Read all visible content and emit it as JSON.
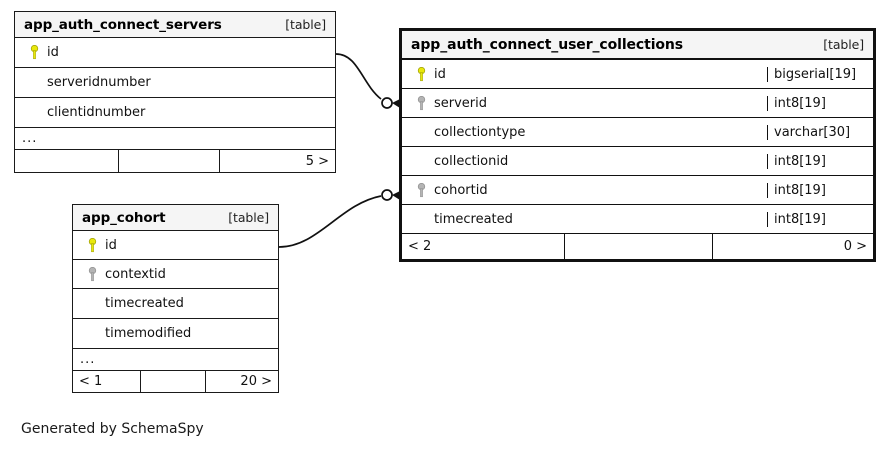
{
  "diagram": {
    "footer_note": "Generated by SchemaSpy",
    "table_tag": "[table]",
    "ellipsis": "...",
    "colors": {
      "primary_key": "#e8e80c",
      "foreign_key": "#b4b4b4",
      "header_background": "#f5f5f5",
      "border": "#111111",
      "text": "#000000",
      "background": "#ffffff"
    }
  },
  "tables": [
    {
      "id": "app_auth_connect_servers",
      "name": "app_auth_connect_servers",
      "tag": "[table]",
      "columns": [
        {
          "name": "id",
          "key": "primary",
          "key_icon": "key-icon-primary",
          "type": ""
        },
        {
          "name": "serveridnumber",
          "key": "none",
          "key_icon": "",
          "type": ""
        },
        {
          "name": "clientidnumber",
          "key": "none",
          "key_icon": "",
          "type": ""
        }
      ],
      "has_ellipsis": true,
      "footer": {
        "left": "",
        "middle": "",
        "right": "5 >"
      }
    },
    {
      "id": "app_cohort",
      "name": "app_cohort",
      "tag": "[table]",
      "columns": [
        {
          "name": "id",
          "key": "primary",
          "key_icon": "key-icon-primary",
          "type": ""
        },
        {
          "name": "contextid",
          "key": "foreign",
          "key_icon": "key-icon-foreign",
          "type": ""
        },
        {
          "name": "timecreated",
          "key": "none",
          "key_icon": "",
          "type": ""
        },
        {
          "name": "timemodified",
          "key": "none",
          "key_icon": "",
          "type": ""
        }
      ],
      "has_ellipsis": true,
      "footer": {
        "left": "< 1",
        "middle": "",
        "right": "20 >"
      }
    },
    {
      "id": "app_auth_connect_user_collections",
      "name": "app_auth_connect_user_collections",
      "tag": "[table]",
      "columns": [
        {
          "name": "id",
          "key": "primary",
          "key_icon": "key-icon-primary",
          "type": "bigserial[19]"
        },
        {
          "name": "serverid",
          "key": "foreign",
          "key_icon": "key-icon-foreign",
          "type": "int8[19]"
        },
        {
          "name": "collectiontype",
          "key": "none",
          "key_icon": "",
          "type": "varchar[30]"
        },
        {
          "name": "collectionid",
          "key": "none",
          "key_icon": "",
          "type": "int8[19]"
        },
        {
          "name": "cohortid",
          "key": "foreign",
          "key_icon": "key-icon-foreign",
          "type": "int8[19]"
        },
        {
          "name": "timecreated",
          "key": "none",
          "key_icon": "",
          "type": "int8[19]"
        }
      ],
      "has_ellipsis": false,
      "footer": {
        "left": "< 2",
        "middle": "",
        "right": "0 >"
      }
    }
  ],
  "relationships": [
    {
      "id": "servers-to-usercollections",
      "from_table": "app_auth_connect_servers",
      "from_column": "id",
      "to_table": "app_auth_connect_user_collections",
      "to_column": "serverid",
      "endpoint_marker": "circle-arrow"
    },
    {
      "id": "cohort-to-usercollections",
      "from_table": "app_cohort",
      "from_column": "id",
      "to_table": "app_auth_connect_user_collections",
      "to_column": "cohortid",
      "endpoint_marker": "circle-arrow"
    }
  ]
}
